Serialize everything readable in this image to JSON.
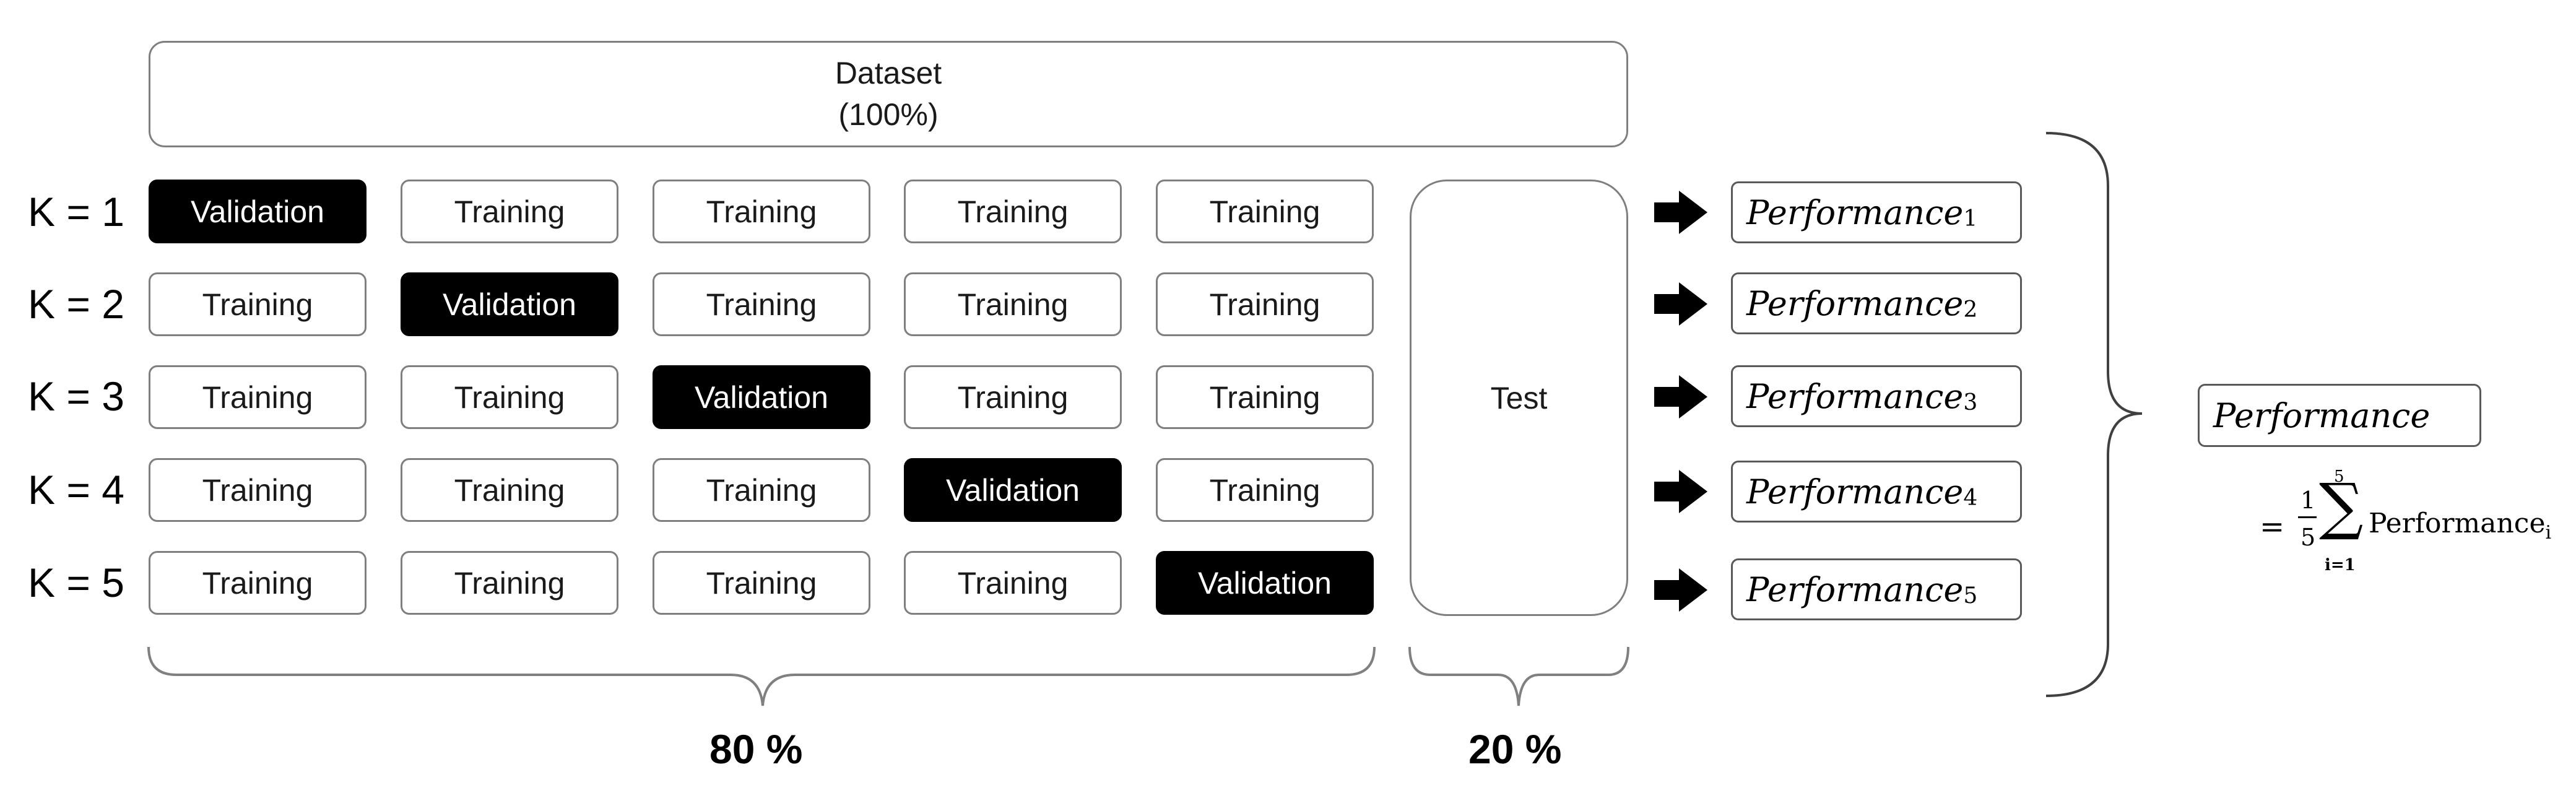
{
  "dataset": {
    "line1": "Dataset",
    "line2": "(100%)"
  },
  "folds": [
    {
      "label": "K = 1",
      "cells": [
        "Validation",
        "Training",
        "Training",
        "Training",
        "Training"
      ],
      "performance": {
        "name": "Performance",
        "index": "1"
      }
    },
    {
      "label": "K = 2",
      "cells": [
        "Training",
        "Validation",
        "Training",
        "Training",
        "Training"
      ],
      "performance": {
        "name": "Performance",
        "index": "2"
      }
    },
    {
      "label": "K = 3",
      "cells": [
        "Training",
        "Training",
        "Validation",
        "Training",
        "Training"
      ],
      "performance": {
        "name": "Performance",
        "index": "3"
      }
    },
    {
      "label": "K = 4",
      "cells": [
        "Training",
        "Training",
        "Training",
        "Validation",
        "Training"
      ],
      "performance": {
        "name": "Performance",
        "index": "4"
      }
    },
    {
      "label": "K = 5",
      "cells": [
        "Training",
        "Training",
        "Training",
        "Training",
        "Validation"
      ],
      "performance": {
        "name": "Performance",
        "index": "5"
      }
    }
  ],
  "test": {
    "label": "Test"
  },
  "percentages": {
    "train": "80 %",
    "test": "20 %"
  },
  "result": {
    "label": "Performance"
  },
  "formula": {
    "equals": "=",
    "numerator": "1",
    "denominator": "5",
    "sum_symbol": "∑",
    "upper": "5",
    "lower": "i=1",
    "term": "Performance",
    "term_sub": "i"
  },
  "colors": {
    "border": "#7f7f7f",
    "highlight": "#000000"
  }
}
